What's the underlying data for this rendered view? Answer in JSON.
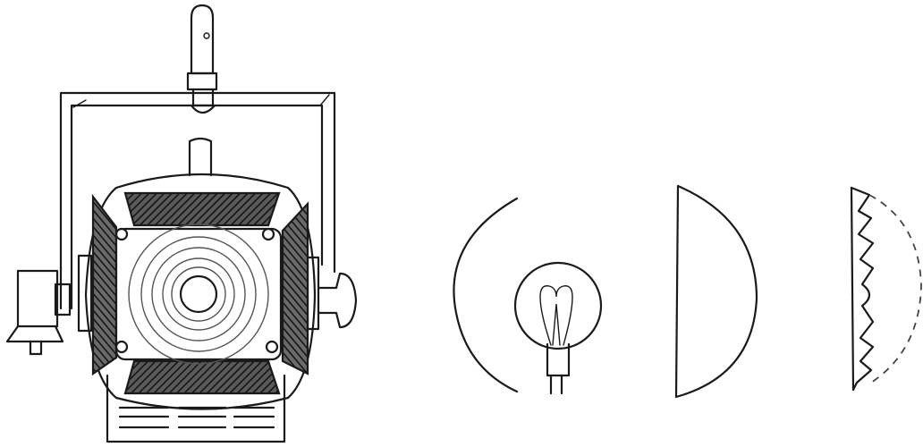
{
  "figure": {
    "background": "#ffffff",
    "ink_color": "#1a1a1a",
    "hatch_color": "#333333",
    "parts": [
      {
        "id": "fresnel-spotlight",
        "icon": "spotlight-icon"
      },
      {
        "id": "spherical-reflector",
        "icon": "reflector-arc-icon"
      },
      {
        "id": "lamp-bulb",
        "icon": "bulb-icon"
      },
      {
        "id": "plano-convex-lens",
        "icon": "lens-icon"
      },
      {
        "id": "fresnel-lens",
        "icon": "fresnel-lens-icon"
      }
    ]
  }
}
